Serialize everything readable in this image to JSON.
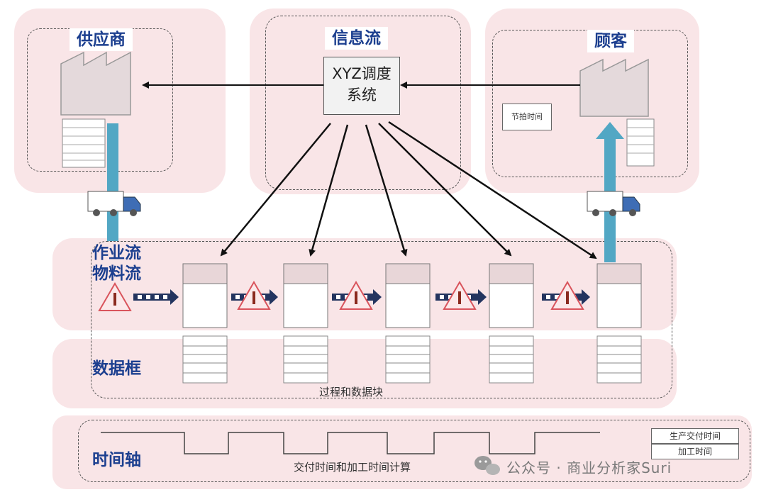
{
  "labels": {
    "supplier": "供应商",
    "info_flow": "信息流",
    "customer": "顾客",
    "work_flow": "作业流",
    "material_flow": "物料流",
    "data_box": "数据框",
    "timeline": "时间轴"
  },
  "system": {
    "line1": "XYZ调度",
    "line2": "系统"
  },
  "takt_time": "节拍时间",
  "process_caption": "过程和数据块",
  "time_caption": "交付时间和加工时间计算",
  "legend": {
    "lead_time": "生产交付时间",
    "process_time": "加工时间"
  },
  "watermark": "公众号 · 商业分析家Suri",
  "colors": {
    "panel": "#f9e5e7",
    "title": "#1c3f8f",
    "arrow_teal": "#52a7c4",
    "push_arrow": "#23345f",
    "warning": "#d9545c"
  },
  "icons": [
    "factory-icon",
    "truck-icon",
    "warning-triangle-icon",
    "push-arrow-icon",
    "wechat-icon"
  ]
}
